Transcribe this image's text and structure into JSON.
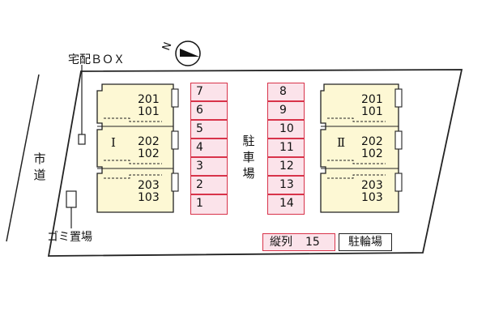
{
  "colors": {
    "building_fill": "#fdf8d4",
    "parking_fill": "#fbe3ea",
    "parking_border": "#d8334a",
    "line": "#222222"
  },
  "compass": {
    "label": "N",
    "icon": "north-arrow-icon"
  },
  "labels": {
    "delivery_box": "宅配ＢＯＸ",
    "garbage": "ゴミ置場",
    "road": [
      "市",
      "道"
    ],
    "parking": [
      "駐",
      "車",
      "場"
    ],
    "bicycle_parking": "駐輪場"
  },
  "buildings": [
    {
      "name": "Ⅰ",
      "units": [
        {
          "upper": "201",
          "lower": "101"
        },
        {
          "upper": "202",
          "lower": "102"
        },
        {
          "upper": "203",
          "lower": "103"
        }
      ]
    },
    {
      "name": "Ⅱ",
      "units": [
        {
          "upper": "201",
          "lower": "101"
        },
        {
          "upper": "202",
          "lower": "102"
        },
        {
          "upper": "203",
          "lower": "103"
        }
      ]
    }
  ],
  "parking_left": [
    "7",
    "6",
    "5",
    "4",
    "3",
    "2",
    "1"
  ],
  "parking_right": [
    "8",
    "9",
    "10",
    "11",
    "12",
    "13",
    "14"
  ],
  "tandem": {
    "label": "縦列",
    "number": "15"
  }
}
